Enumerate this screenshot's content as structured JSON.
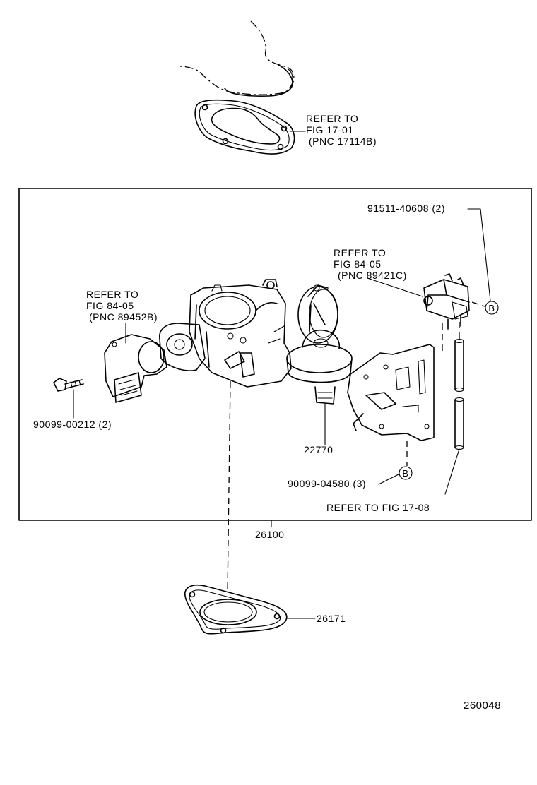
{
  "upper_gasket": {
    "refer_line1": "REFER TO",
    "refer_line2": "FIG 17-01",
    "refer_line3": "(PNC 17114B)"
  },
  "iac_valve": {
    "refer_line1": "REFER TO",
    "refer_line2": "FIG 84-05",
    "refer_line3": "(PNC 89452B)"
  },
  "vsv": {
    "refer_line1": "REFER TO",
    "refer_line2": "FIG 84-05",
    "refer_line3": "(PNC 89421C)"
  },
  "parts": {
    "bolt_vsv": "91511-40608 (2)",
    "bolt_left": "90099-00212 (2)",
    "dashpot": "22770",
    "bolt_bracket": "90099-04580 (3)",
    "hose_refer": "REFER TO FIG 17-08",
    "throttle_body_assy": "26100",
    "lower_gasket": "26171"
  },
  "callout_marker": "B",
  "figure_number": "260048"
}
